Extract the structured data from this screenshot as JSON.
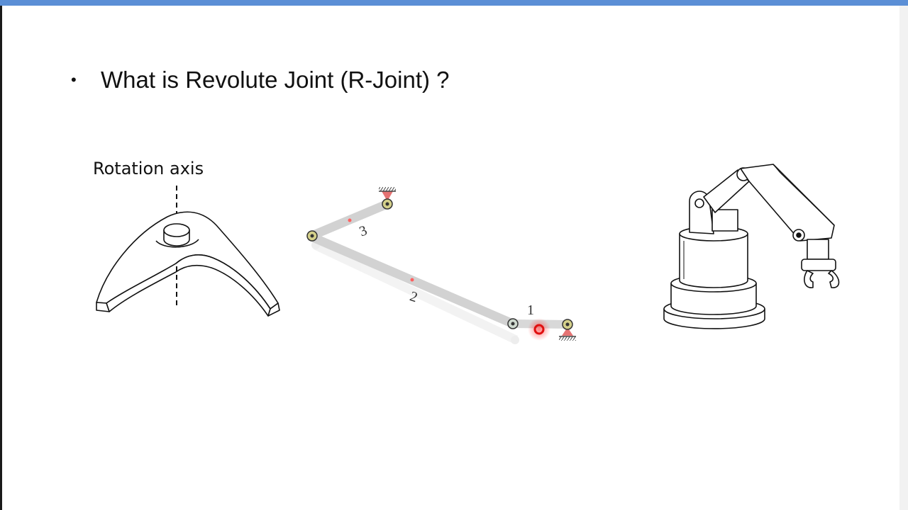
{
  "slide": {
    "bullet": "•",
    "title": "What is Revolute Joint (R-Joint) ?"
  },
  "figure_left": {
    "label": "Rotation axis"
  },
  "mechanism": {
    "link_labels": [
      "3",
      "2",
      "1"
    ]
  },
  "colors": {
    "accent_bar": "#5b8fd6",
    "link_fill": "#cfcfcf",
    "ground": "#d9534f",
    "pointer": "#e01010"
  }
}
